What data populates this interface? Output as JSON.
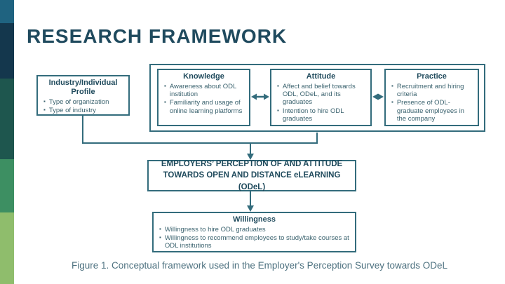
{
  "slide": {
    "title": "RESEARCH FRAMEWORK",
    "caption": "Figure 1. Conceptual framework used in the Employer's Perception Survey towards ODeL"
  },
  "sidebar": {
    "colors": [
      "#1F6380",
      "#14374D",
      "#1E564E",
      "#3D8F62",
      "#8FBD6C"
    ]
  },
  "colors": {
    "accent_border": "#336C7C",
    "heading_text": "#1F4A5E",
    "body_text": "#3A626E",
    "caption_text": "#4E7280"
  },
  "diagram": {
    "profile_box": {
      "title": "Industry/Individual Profile",
      "bullets": [
        "Type of organization",
        "Type of industry"
      ]
    },
    "knowledge_box": {
      "title": "Knowledge",
      "bullets": [
        "Awareness about ODL institution",
        "Familiarity and usage of online learning platforms"
      ]
    },
    "attitude_box": {
      "title": "Attitude",
      "bullets": [
        "Affect and belief towards ODL, ODeL, and its graduates",
        "Intention to hire ODL graduates"
      ]
    },
    "practice_box": {
      "title": "Practice",
      "bullets": [
        "Recruitment and hiring criteria",
        "Presence of ODL-graduate employees in the company"
      ]
    },
    "perception_box": {
      "title": "EMPLOYERS’ PERCEPTION OF AND ATTITUDE TOWARDS OPEN AND DISTANCE eLEARNING (ODeL)"
    },
    "willingness_box": {
      "title": "Willingness",
      "bullets": [
        "Willingness to hire ODL graduates",
        "Willingness to recommend employees to study/take courses at ODL institutions"
      ]
    }
  }
}
